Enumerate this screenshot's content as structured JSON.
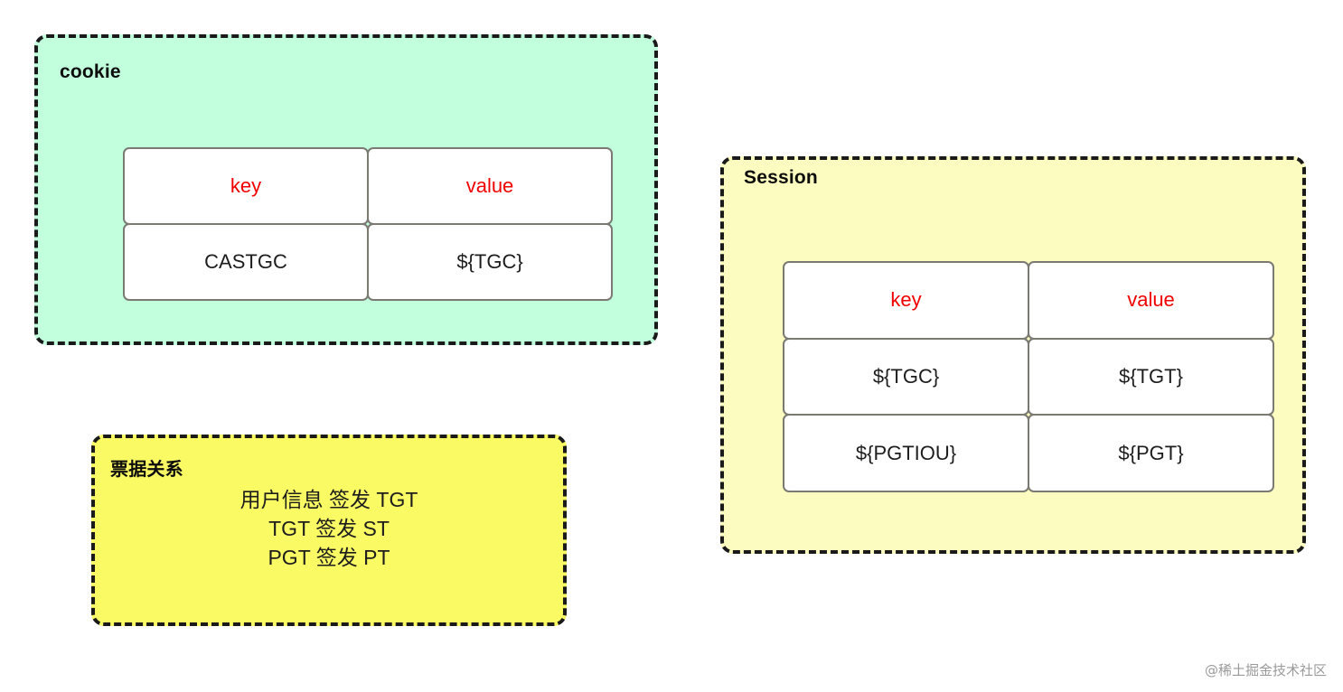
{
  "diagram": {
    "watermark": "@稀土掘金技术社区",
    "colors": {
      "cookie_bg": "#c2ffdd",
      "session_bg": "#fcfcc0",
      "ticket_bg": "#fafa64",
      "box_border": "#1a1a1a",
      "cell_border": "#7a7a72",
      "cell_bg": "#ffffff",
      "header_text": "#f00000",
      "body_text": "#1d1d1d"
    },
    "cookie": {
      "title": "cookie",
      "table": {
        "headers": [
          "key",
          "value"
        ],
        "rows": [
          [
            "CASTGC",
            "${TGC}"
          ]
        ]
      }
    },
    "session": {
      "title": "Session",
      "table": {
        "headers": [
          "key",
          "value"
        ],
        "rows": [
          [
            "${TGC}",
            "${TGT}"
          ],
          [
            "${PGTIOU}",
            "${PGT}"
          ]
        ]
      }
    },
    "ticket": {
      "title": "票据关系",
      "lines": [
        "用户信息 签发 TGT",
        "TGT 签发 ST",
        "PGT 签发 PT"
      ]
    }
  }
}
